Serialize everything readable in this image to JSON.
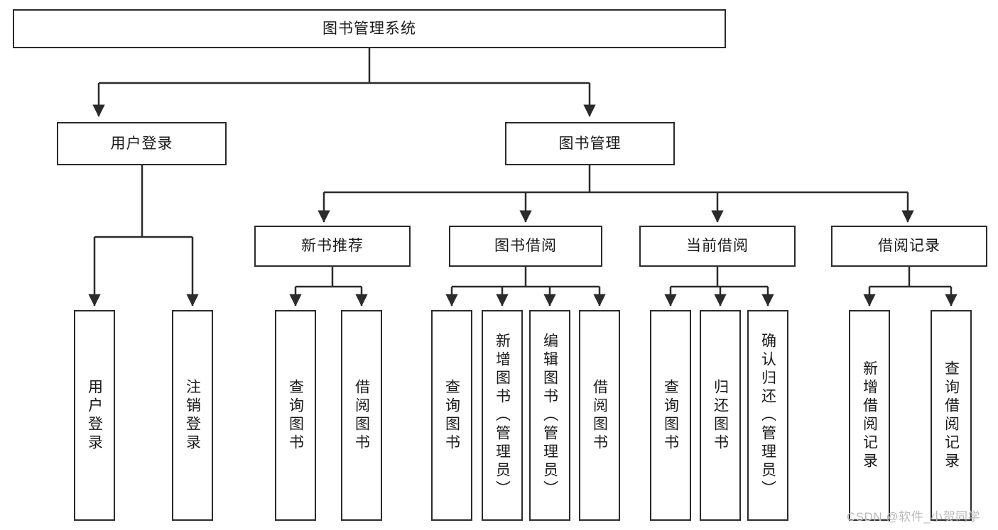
{
  "diagram": {
    "type": "tree",
    "title": "图书管理系统",
    "root": {
      "label": "图书管理系统"
    },
    "level2": [
      {
        "label": "用户登录"
      },
      {
        "label": "图书管理"
      }
    ],
    "level3": [
      {
        "label": "新书推荐"
      },
      {
        "label": "图书借阅"
      },
      {
        "label": "当前借阅"
      },
      {
        "label": "借阅记录"
      }
    ],
    "leaves": [
      {
        "label": "用户登录",
        "parent": "用户登录"
      },
      {
        "label": "注销登录",
        "parent": "用户登录"
      },
      {
        "label": "查询图书",
        "parent": "新书推荐"
      },
      {
        "label": "借阅图书",
        "parent": "新书推荐"
      },
      {
        "label": "查询图书",
        "parent": "图书借阅"
      },
      {
        "label": "新增图书（管理员）",
        "parent": "图书借阅"
      },
      {
        "label": "编辑图书（管理员）",
        "parent": "图书借阅"
      },
      {
        "label": "借阅图书",
        "parent": "图书借阅"
      },
      {
        "label": "查询图书",
        "parent": "当前借阅"
      },
      {
        "label": "归还图书",
        "parent": "当前借阅"
      },
      {
        "label": "确认归还（管理员）",
        "parent": "当前借阅"
      },
      {
        "label": "新增借阅记录",
        "parent": "借阅记录"
      },
      {
        "label": "查询借阅记录",
        "parent": "借阅记录"
      }
    ]
  },
  "watermark": {
    "text": "CSDN @软件_小贺同学"
  },
  "colors": {
    "stroke": "#2b2b2b",
    "fill": "#ffffff",
    "text": "#1a1a1a",
    "watermark": "#b9b9b9"
  }
}
